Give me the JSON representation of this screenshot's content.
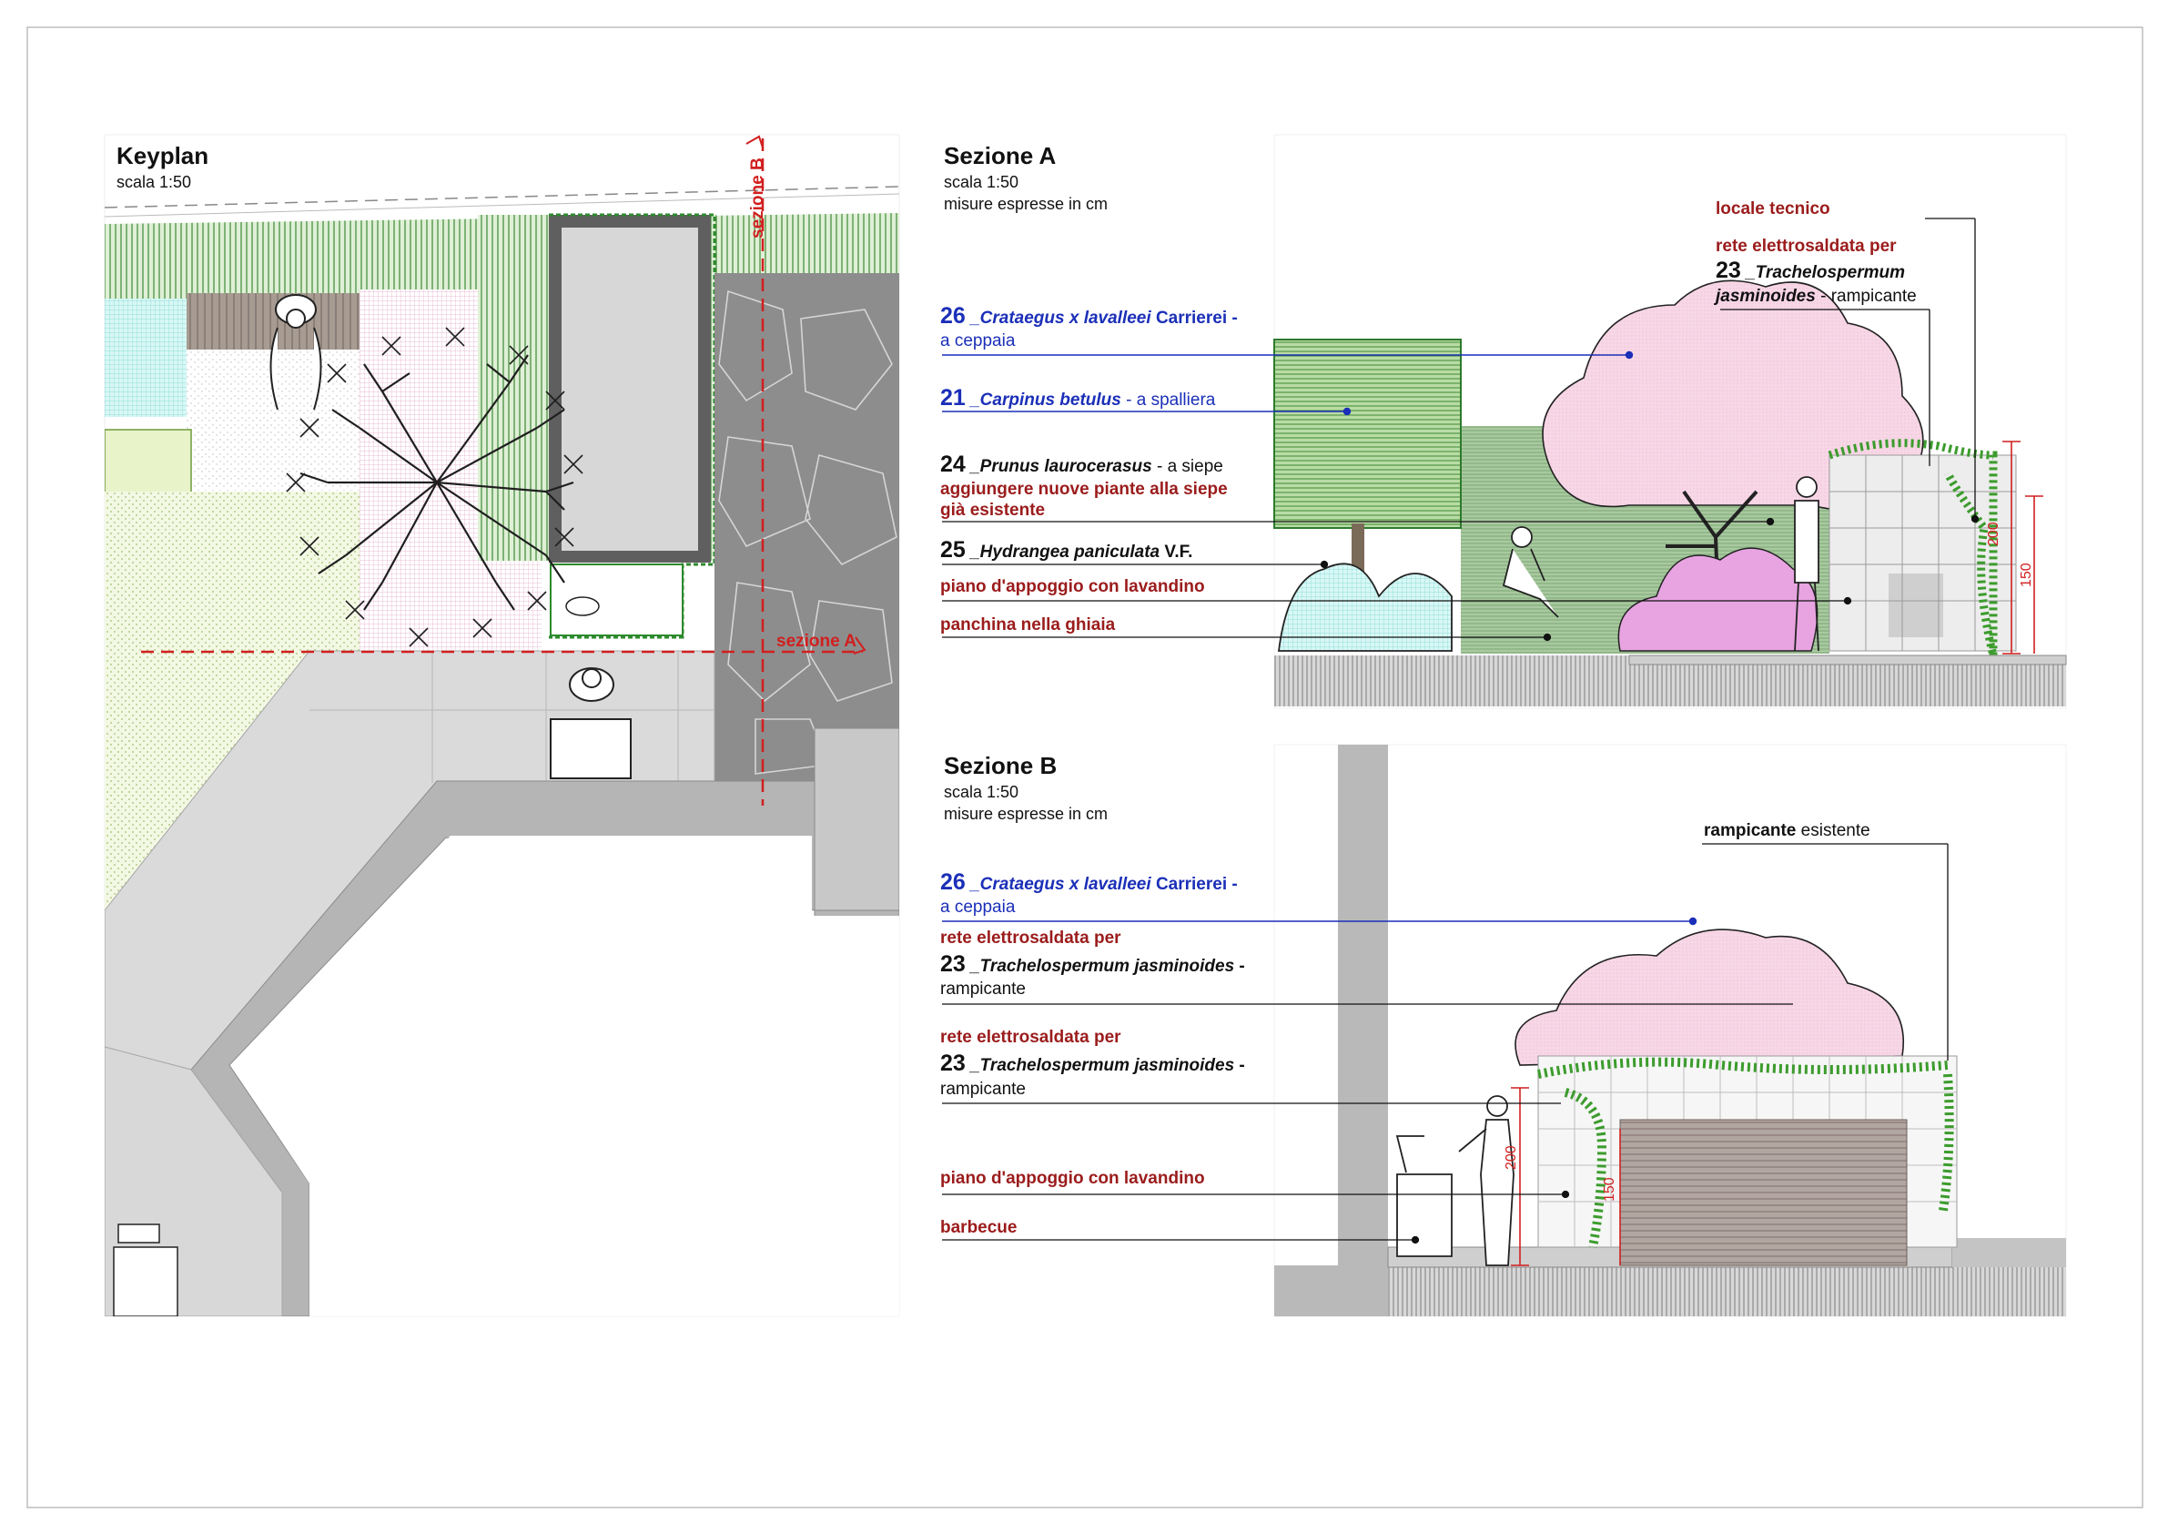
{
  "colors": {
    "dark_red": "#9b1c1c",
    "section_red": "#d11f1f",
    "blue": "#1b2fb8",
    "green": "#3c8f2f",
    "light_green": "#a8cf8e",
    "pink": "#f4cfe0",
    "cyan": "#9fe7e4",
    "grey": "#c7c7c7",
    "dark_grey": "#7d7d7d"
  },
  "keyplan": {
    "title": "Keyplan",
    "scale": "scala 1:50",
    "section_a_marker": "sezione A",
    "section_b_marker": "sezione B"
  },
  "sezione_a": {
    "title": "Sezione A",
    "scale": "scala 1:50",
    "units": "misure espresse in cm",
    "labels": {
      "locale": "locale tecnico",
      "rete": "rete elettrosaldata per",
      "num23": "23",
      "trachelo": "_Trachelospermum",
      "jasmi": "jasminoides",
      "rampicante": " - rampicante",
      "num26": "26",
      "crataegus": "_Crataegus x lavalleei",
      "carrierei": " Carrierei -",
      "ceppaia": "a ceppaia",
      "num21": "21",
      "carpinus": "_Carpinus betulus",
      "spalliera": " - a spalliera",
      "num24": "24",
      "prunus": "_Prunus laurocerasus",
      "siepe": " - a siepe",
      "aggiungere1": "aggiungere nuove piante alla siepe",
      "aggiungere2": "già esistente",
      "num25": "25",
      "hydrangea": "_Hydrangea paniculata",
      "vf": " V.F.",
      "piano": "piano d'appoggio con lavandino",
      "panchina": "panchina nella ghiaia"
    },
    "dims": {
      "d200": "200",
      "d150": "150"
    }
  },
  "sezione_b": {
    "title": "Sezione B",
    "scale": "scala 1:50",
    "units": "misure espresse in cm",
    "labels": {
      "rampicante_esist_b": "rampicante",
      "esistente": " esistente",
      "num26": "26",
      "crataegus": "_Crataegus x lavalleei",
      "carrierei": " Carrierei -",
      "ceppaia": "a ceppaia",
      "rete1": "rete elettrosaldata per",
      "num23a": "23",
      "trachelo_a": "_Trachelospermum jasminoides",
      "dash_a": " -",
      "rampicante_a": "rampicante",
      "rete2": "rete elettrosaldata per",
      "num23b": "23",
      "trachelo_b": "_Trachelospermum jasminoides",
      "dash_b": " -",
      "rampicante_b": "rampicante",
      "piano": "piano d'appoggio con lavandino",
      "barbecue": "barbecue"
    },
    "dims": {
      "d200": "200",
      "d150": "150"
    }
  }
}
